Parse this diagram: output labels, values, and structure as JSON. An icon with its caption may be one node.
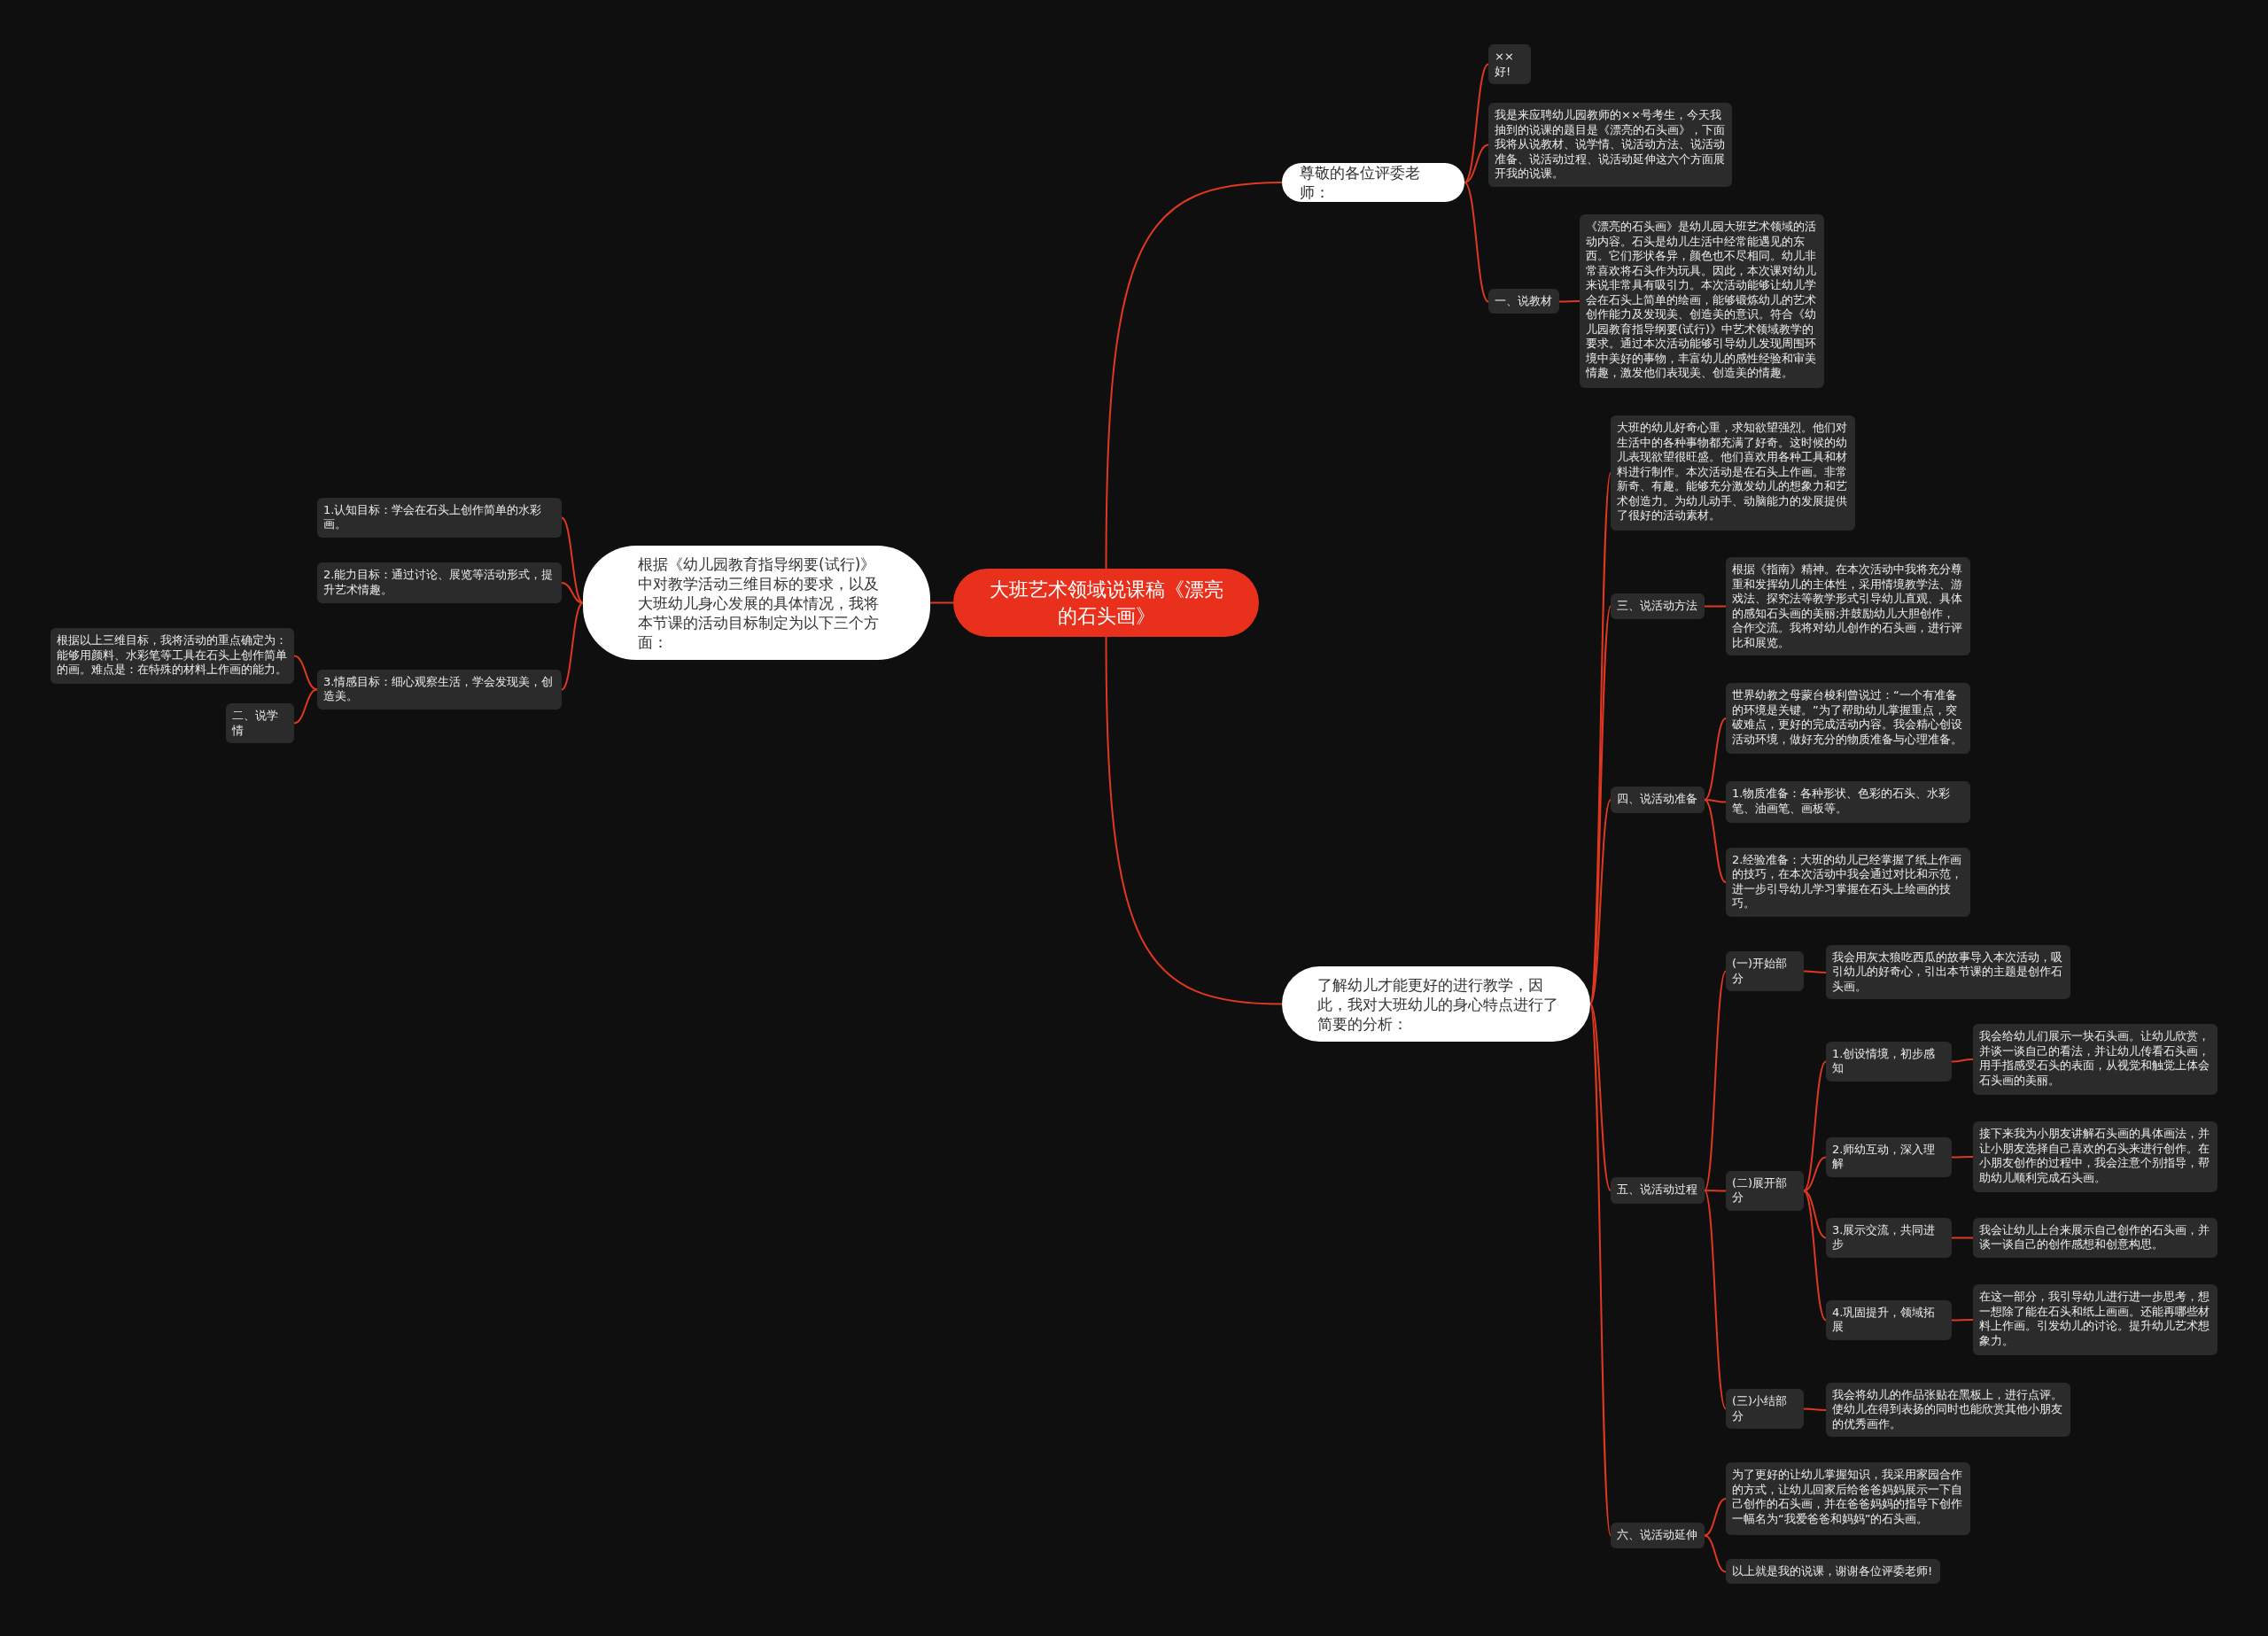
{
  "diagram": {
    "nodes": [
      {
        "text": [
          "大班艺术领域说课稿《漂亮的石头画》"
        ]
      },
      {
        "text": [
          "尊敬的各位评委老师："
        ]
      },
      {
        "text": [
          "××好!"
        ]
      },
      {
        "text": [
          "我是来应聘幼儿园教师的××号考生，今天我抽到的说课的题目是《漂亮的石头画》，下面我将从说教材、说学情、说活动方法、说活动准备、说活动过程、说活动延伸这六个方面展开我的说课。"
        ]
      },
      {
        "text": [
          "一、说教材"
        ]
      },
      {
        "text": [
          "《漂亮的石头画》是幼儿园大班艺术领域的活动内容。石头是幼儿生活中经常能遇见的东西。它们形状各异，颜色也不尽相同。幼儿非常喜欢将石头作为玩具。因此，本次课对幼儿来说非常具有吸引力。本次活动能够让幼儿学会在石头上简单的绘画，能够锻炼幼儿的艺术创作能力及发现美、创造美的意识。符合《幼儿园教育指导纲要(试行)》中艺术领域教学的要求。通过本次活动能够引导幼儿发现周围环境中美好的事物，丰富幼儿的感性经验和审美情趣，激发他们表现美、创造美的情趣。"
        ]
      },
      {
        "text": [
          "根据《幼儿园教育指导纲要(试行)》中对教学活动三维目标的要求，以及大班幼儿身心发展的具体情况，我将本节课的活动目标制定为以下三个方面："
        ]
      },
      {
        "text": [
          "1.认知目标：学会在石头上创作简单的水彩画。"
        ]
      },
      {
        "text": [
          "2.能力目标：通过讨论、展览等活动形式，提升艺术情趣。"
        ]
      },
      {
        "text": [
          "3.情感目标：细心观察生活，学会发现美，创造美。"
        ]
      },
      {
        "text": [
          "根据以上三维目标，我将活动的重点确定为：能够用颜料、水彩笔等工具在石头上创作简单的画。难点是：在特殊的材料上作画的能力。"
        ]
      },
      {
        "text": [
          "二、说学情"
        ]
      },
      {
        "text": [
          "了解幼儿才能更好的进行教学，因此，我对大班幼儿的身心特点进行了简要的分析："
        ]
      },
      {
        "text": [
          "大班的幼儿好奇心重，求知欲望强烈。他们对生活中的各种事物都充满了好奇。这时候的幼儿表现欲望很旺盛。他们喜欢用各种工具和材料进行制作。本次活动是在石头上作画。非常新奇、有趣。能够充分激发幼儿的想象力和艺术创造力。为幼儿动手、动脑能力的发展提供了很好的活动素材。"
        ]
      },
      {
        "text": [
          "三、说活动方法"
        ]
      },
      {
        "text": [
          "根据《指南》精神。在本次活动中我将充分尊重和发挥幼儿的主体性，采用情境教学法、游戏法、探究法等教学形式引导幼儿直观、具体的感知石头画的美丽;并鼓励幼儿大胆创作，合作交流。我将对幼儿创作的石头画，进行评比和展览。"
        ]
      },
      {
        "text": [
          "四、说活动准备"
        ]
      },
      {
        "text": [
          "世界幼教之母蒙台梭利曾说过：“一个有准备的环境是关键。”为了帮助幼儿掌握重点，突破难点，更好的完成活动内容。我会精心创设活动环境，做好充分的物质准备与心理准备。"
        ]
      },
      {
        "text": [
          "1.物质准备：各种形状、色彩的石头、水彩笔、油画笔、画板等。"
        ]
      },
      {
        "text": [
          "2.经验准备：大班的幼儿已经掌握了纸上作画的技巧，在本次活动中我会通过对比和示范，进一步引导幼儿学习掌握在石头上绘画的技巧。"
        ]
      },
      {
        "text": [
          "五、说活动过程"
        ]
      },
      {
        "text": [
          "(一)开始部分"
        ]
      },
      {
        "text": [
          "我会用灰太狼吃西瓜的故事导入本次活动，吸引幼儿的好奇心，引出本节课的主题是创作石头画。"
        ]
      },
      {
        "text": [
          "(二)展开部分"
        ]
      },
      {
        "text": [
          "1.创设情境，初步感知"
        ]
      },
      {
        "text": [
          "我会给幼儿们展示一块石头画。让幼儿欣赏，并谈一谈自己的看法，并让幼儿传看石头画，用手指感受石头的表面，从视觉和触觉上体会石头画的美丽。"
        ]
      },
      {
        "text": [
          "2.师幼互动，深入理解"
        ]
      },
      {
        "text": [
          "接下来我为小朋友讲解石头画的具体画法，并让小朋友选择自己喜欢的石头来进行创作。在小朋友创作的过程中，我会注意个别指导，帮助幼儿顺利完成石头画。"
        ]
      },
      {
        "text": [
          "3.展示交流，共同进步"
        ]
      },
      {
        "text": [
          "我会让幼儿上台来展示自己创作的石头画，并谈一谈自己的创作感想和创意构思。"
        ]
      },
      {
        "text": [
          "4.巩固提升，领域拓展"
        ]
      },
      {
        "text": [
          "在这一部分，我引导幼儿进行进一步思考，想一想除了能在石头和纸上画画。还能再哪些材料上作画。引发幼儿的讨论。提升幼儿艺术想象力。"
        ]
      },
      {
        "text": [
          "(三)小结部分"
        ]
      },
      {
        "text": [
          "我会将幼儿的作品张贴在黑板上，进行点评。使幼儿在得到表扬的同时也能欣赏其他小朋友的优秀画作。"
        ]
      },
      {
        "text": [
          "六、说活动延伸"
        ]
      },
      {
        "text": [
          "为了更好的让幼儿掌握知识，我采用家园合作的方式，让幼儿回家后给爸爸妈妈展示一下自己创作的石头画，并在爸爸妈妈的指导下创作一幅名为“我爱爸爸和妈妈”的石头画。"
        ]
      },
      {
        "text": [
          "以上就是我的说课，谢谢各位评委老师!"
        ]
      }
    ],
    "edges": [
      {
        "from": 0,
        "to": 1,
        "arrow": "none"
      },
      {
        "from": 1,
        "to": 2,
        "arrow": "none"
      },
      {
        "from": 1,
        "to": 3,
        "arrow": "none"
      },
      {
        "from": 1,
        "to": 4,
        "arrow": "none"
      },
      {
        "from": 4,
        "to": 5,
        "arrow": "none"
      },
      {
        "from": 0,
        "to": 6,
        "arrow": "none"
      },
      {
        "from": 6,
        "to": 7,
        "arrow": "none"
      },
      {
        "from": 6,
        "to": 8,
        "arrow": "none"
      },
      {
        "from": 6,
        "to": 9,
        "arrow": "none"
      },
      {
        "from": 9,
        "to": 10,
        "arrow": "none"
      },
      {
        "from": 9,
        "to": 11,
        "arrow": "none"
      },
      {
        "from": 0,
        "to": 12,
        "arrow": "none"
      },
      {
        "from": 12,
        "to": 13,
        "arrow": "none"
      },
      {
        "from": 12,
        "to": 14,
        "arrow": "none"
      },
      {
        "from": 14,
        "to": 15,
        "arrow": "none"
      },
      {
        "from": 12,
        "to": 16,
        "arrow": "none"
      },
      {
        "from": 16,
        "to": 17,
        "arrow": "none"
      },
      {
        "from": 16,
        "to": 18,
        "arrow": "none"
      },
      {
        "from": 16,
        "to": 19,
        "arrow": "none"
      },
      {
        "from": 12,
        "to": 20,
        "arrow": "none"
      },
      {
        "from": 20,
        "to": 21,
        "arrow": "none"
      },
      {
        "from": 21,
        "to": 22,
        "arrow": "none"
      },
      {
        "from": 20,
        "to": 23,
        "arrow": "none"
      },
      {
        "from": 23,
        "to": 24,
        "arrow": "none"
      },
      {
        "from": 24,
        "to": 25,
        "arrow": "none"
      },
      {
        "from": 23,
        "to": 26,
        "arrow": "none"
      },
      {
        "from": 26,
        "to": 27,
        "arrow": "none"
      },
      {
        "from": 23,
        "to": 28,
        "arrow": "none"
      },
      {
        "from": 28,
        "to": 29,
        "arrow": "none"
      },
      {
        "from": 23,
        "to": 30,
        "arrow": "none"
      },
      {
        "from": 30,
        "to": 31,
        "arrow": "none"
      },
      {
        "from": 20,
        "to": 32,
        "arrow": "none"
      },
      {
        "from": 32,
        "to": 33,
        "arrow": "none"
      },
      {
        "from": 12,
        "to": 34,
        "arrow": "none"
      },
      {
        "from": 34,
        "to": 35,
        "arrow": "none"
      },
      {
        "from": 34,
        "to": 36,
        "arrow": "none"
      }
    ]
  }
}
